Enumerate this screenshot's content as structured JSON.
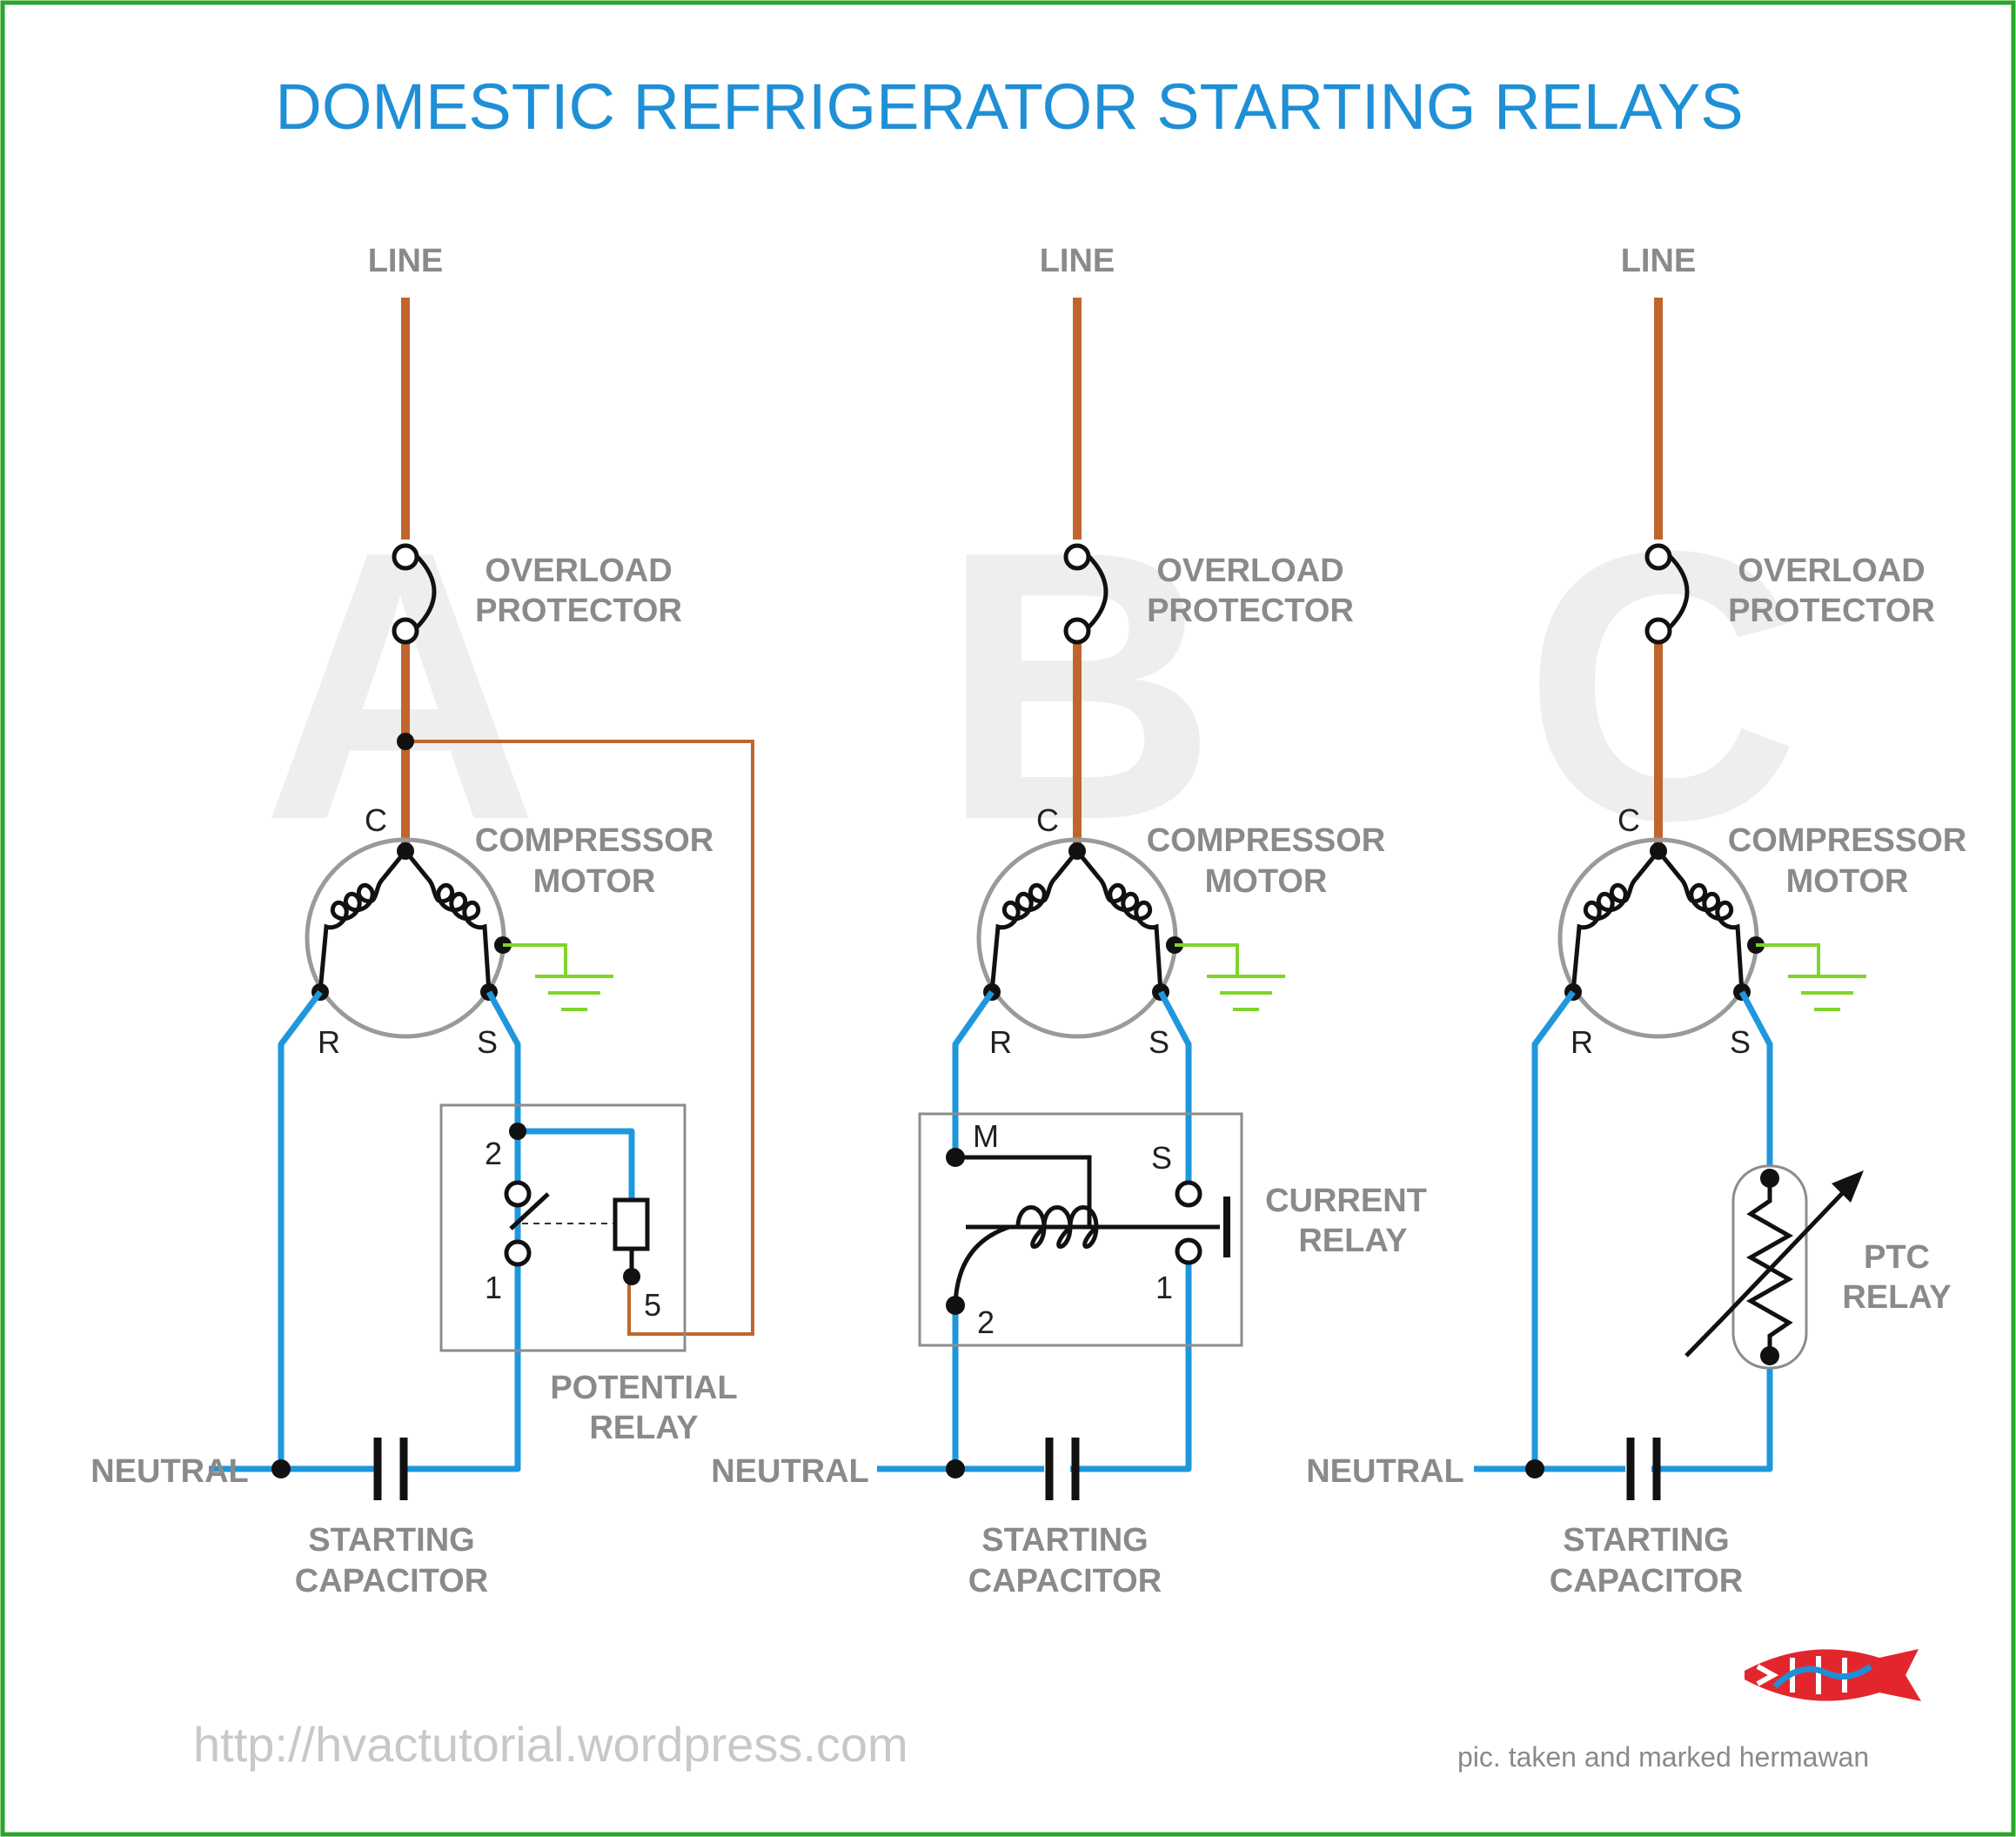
{
  "title": "DOMESTIC REFRIGERATOR STARTING RELAYS",
  "colors": {
    "border": "#2aa62a",
    "title": "#1f8fd6",
    "line_wire": "#c0652e",
    "neutral_wire": "#1f97dc",
    "ground": "#7fd42a",
    "label": "#8a8a8a"
  },
  "circuits": [
    {
      "letter": "A",
      "line": "LINE",
      "overload": [
        "OVERLOAD",
        "PROTECTOR"
      ],
      "motor": [
        "COMPRESSOR",
        "MOTOR"
      ],
      "pins": {
        "c": "C",
        "r": "R",
        "s": "S"
      },
      "relay_pins": [
        "2",
        "1",
        "5"
      ],
      "relay": [
        "POTENTIAL",
        "RELAY"
      ],
      "neutral": "NEUTRAL",
      "capacitor": [
        "STARTING",
        "CAPACITOR"
      ]
    },
    {
      "letter": "B",
      "line": "LINE",
      "overload": [
        "OVERLOAD",
        "PROTECTOR"
      ],
      "motor": [
        "COMPRESSOR",
        "MOTOR"
      ],
      "pins": {
        "c": "C",
        "r": "R",
        "s": "S"
      },
      "relay_pins": [
        "M",
        "S",
        "2",
        "1"
      ],
      "relay": [
        "CURRENT",
        "RELAY"
      ],
      "neutral": "NEUTRAL",
      "capacitor": [
        "STARTING",
        "CAPACITOR"
      ]
    },
    {
      "letter": "C",
      "line": "LINE",
      "overload": [
        "OVERLOAD",
        "PROTECTOR"
      ],
      "motor": [
        "COMPRESSOR",
        "MOTOR"
      ],
      "pins": {
        "c": "C",
        "r": "R",
        "s": "S"
      },
      "relay": [
        "PTC",
        "RELAY"
      ],
      "neutral": "NEUTRAL",
      "capacitor": [
        "STARTING",
        "CAPACITOR"
      ]
    }
  ],
  "footer": {
    "url": "http://hvactutorial.wordpress.com",
    "credit": "pic. taken and marked hermawan",
    "logo": "fish-logo"
  }
}
